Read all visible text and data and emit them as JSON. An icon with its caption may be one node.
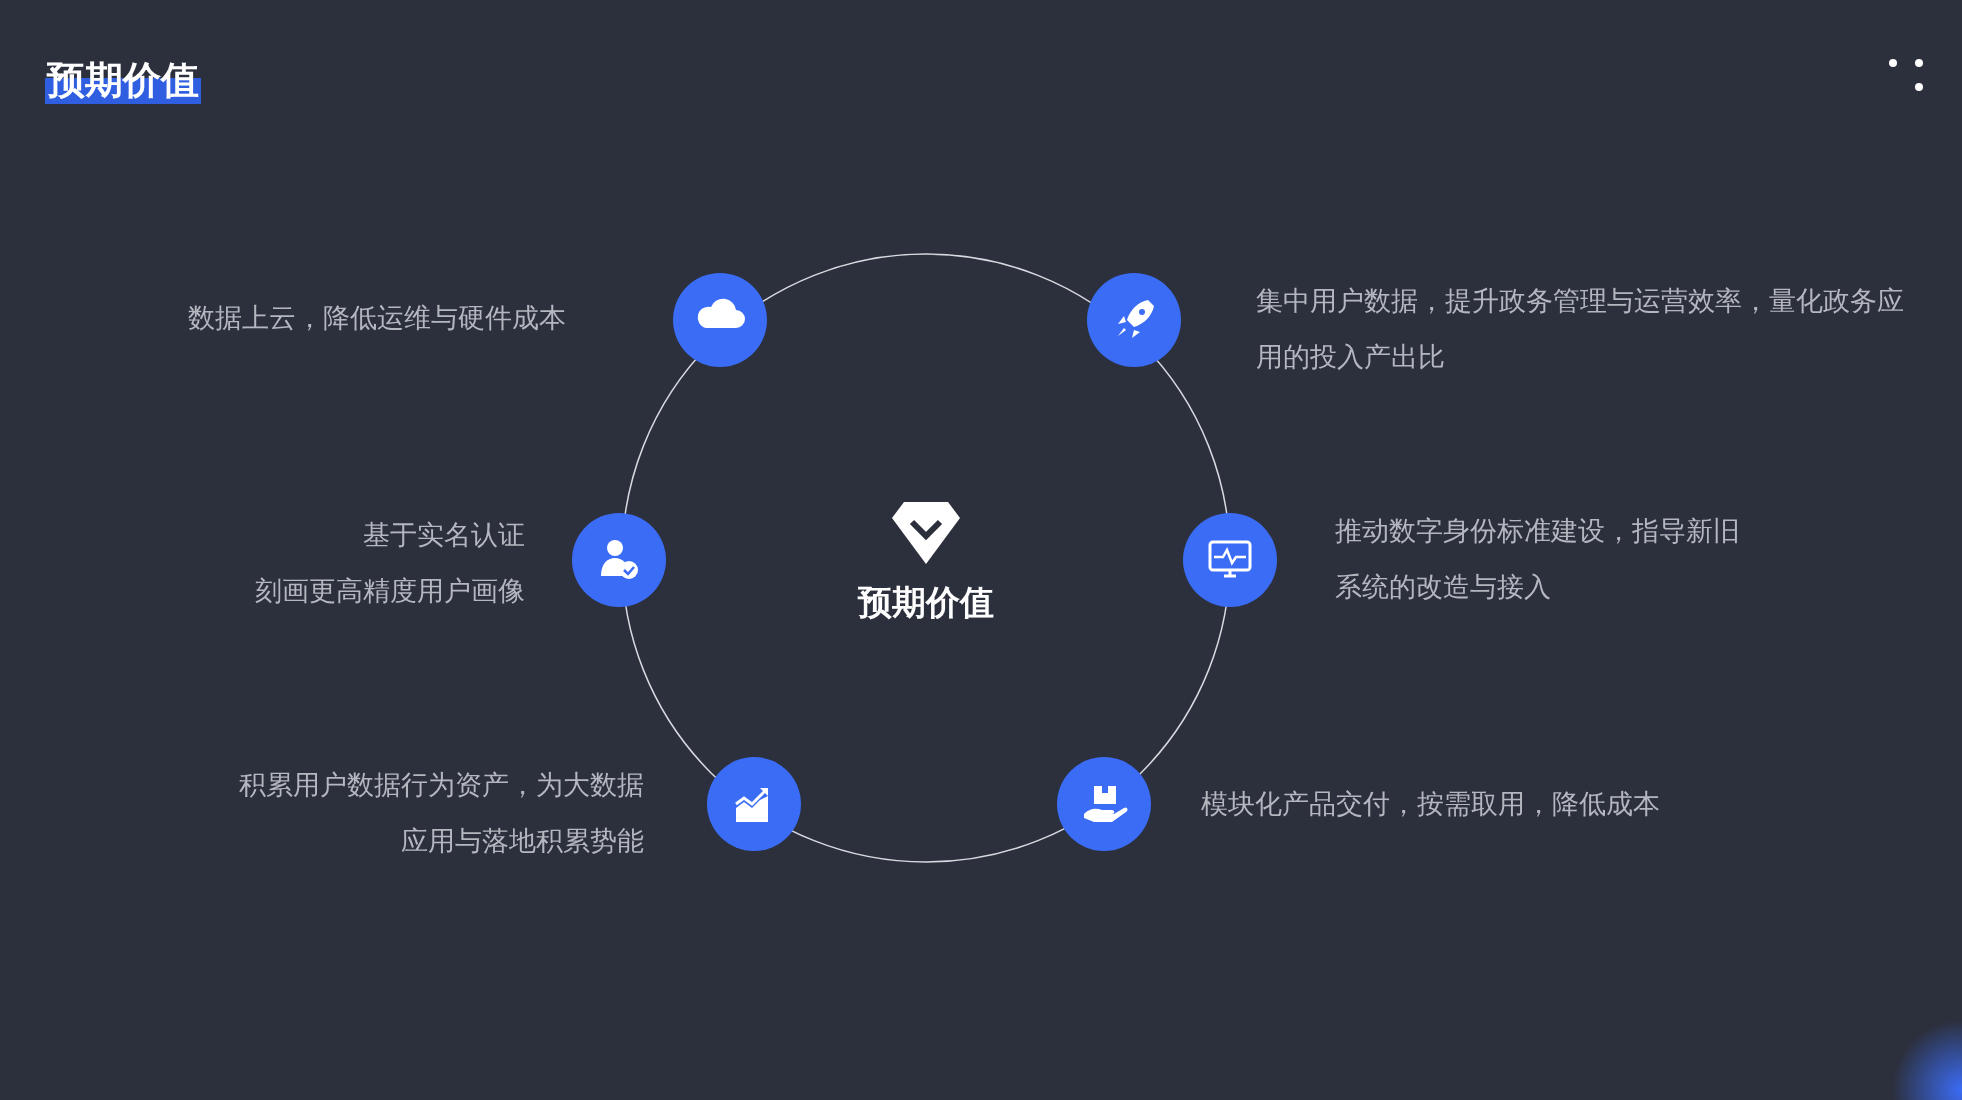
{
  "diagram": {
    "title": "预期价值",
    "nodes": [
      {
        "text": [
          "预期价值"
        ]
      },
      {
        "text": [],
        "shape": "circle",
        "beside": [
          "数据上云，降低运维与硬件成本"
        ]
      },
      {
        "text": [],
        "shape": "circle",
        "beside": [
          "集中用户数据，提升政务管理与运营效率，量化政务应用的投入产出比"
        ]
      },
      {
        "text": [],
        "shape": "circle",
        "beside": [
          "基于实名认证",
          "刻画更高精度用户画像"
        ]
      },
      {
        "text": [],
        "shape": "circle",
        "beside": [
          "推动数字身份标准建设，指导新旧系统的改造与接入"
        ]
      },
      {
        "text": [],
        "shape": "circle",
        "beside": [
          "积累用户数据行为资产，为大数据应用与落地积累势能"
        ]
      },
      {
        "text": [],
        "shape": "circle",
        "beside": [
          "模块化产品交付，按需取用，降低成本"
        ]
      }
    ]
  }
}
